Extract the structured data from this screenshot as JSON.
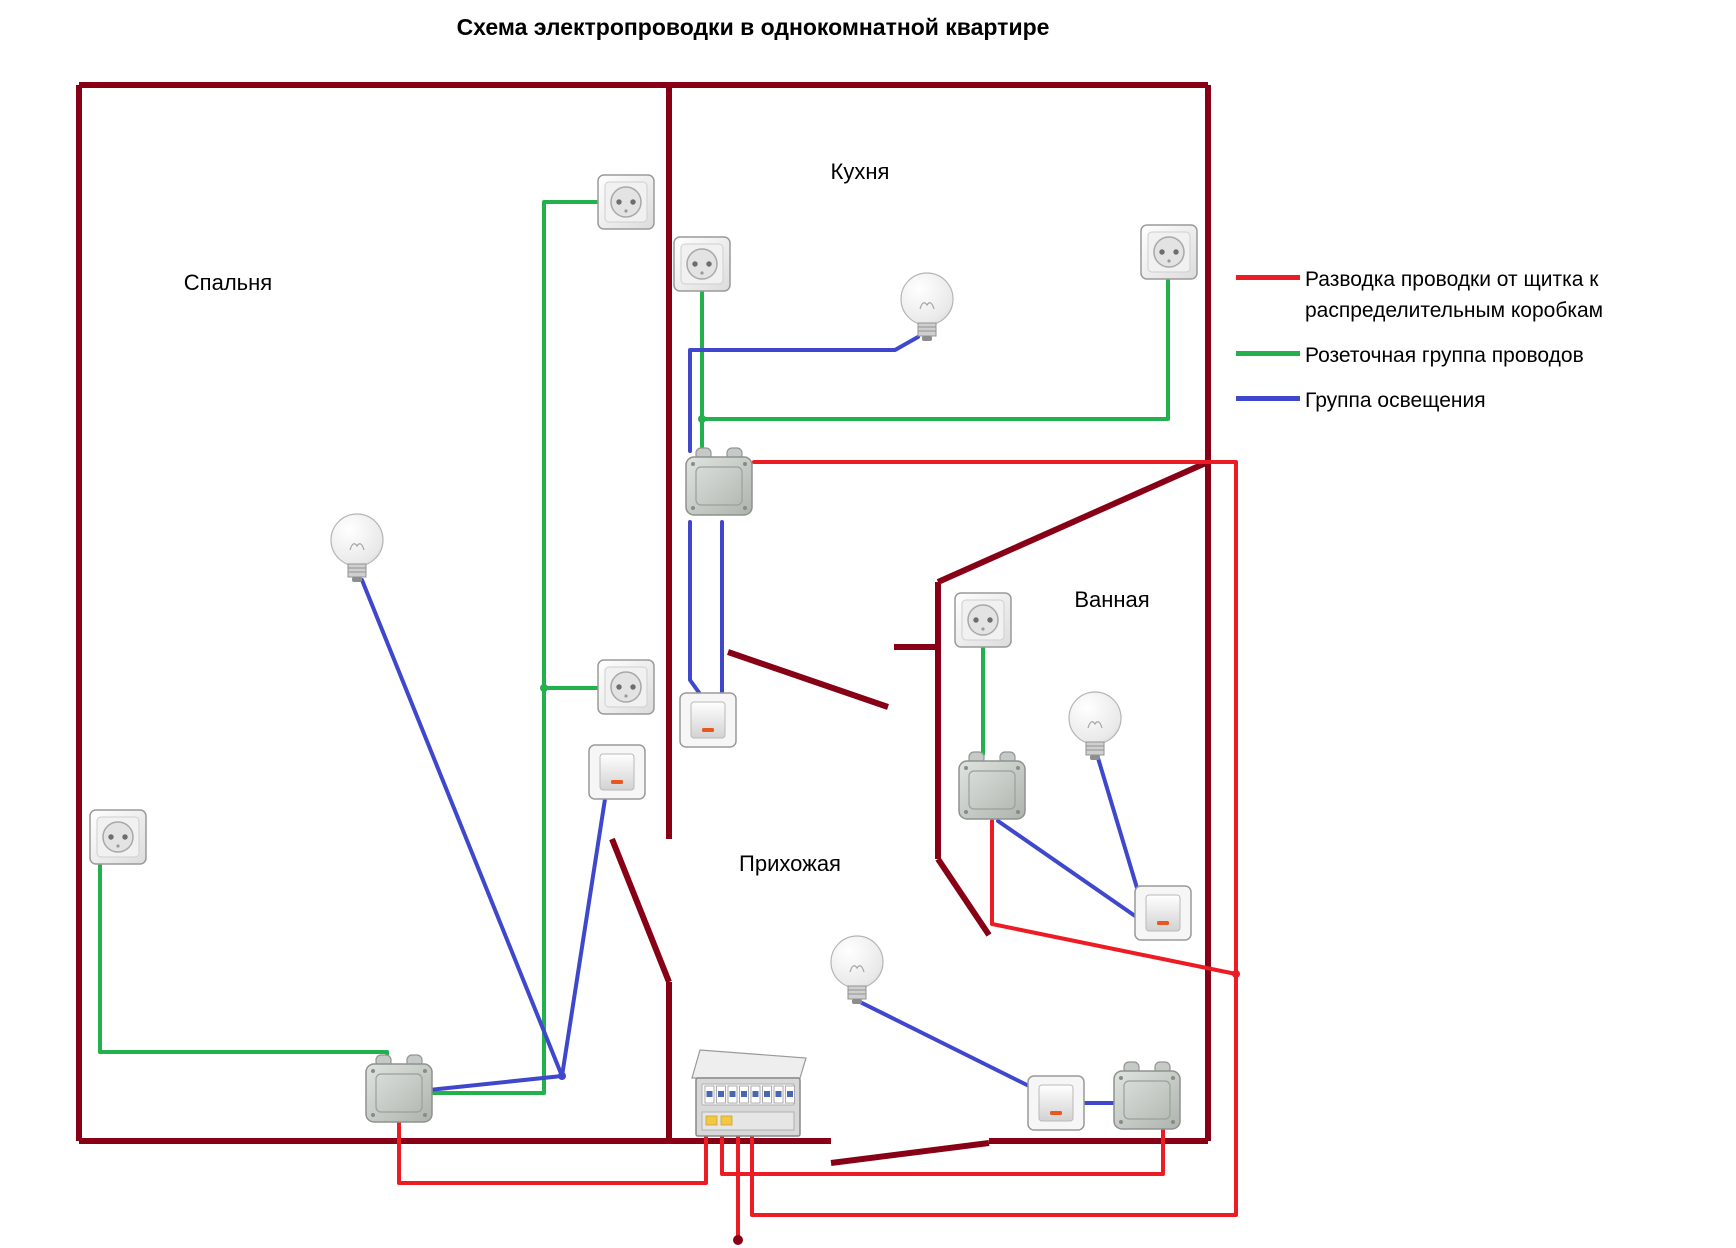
{
  "title": "Схема электропроводки в однокомнатной квартире",
  "rooms": {
    "bedroom": "Спальня",
    "kitchen": "Кухня",
    "bathroom": "Ванная",
    "hallway": "Прихожая"
  },
  "legend": {
    "items": [
      {
        "color": "#ed1c24",
        "label": "Разводка проводки от щитка к распределительным коробкам"
      },
      {
        "color": "#22b14c",
        "label": "Розеточная группа проводов"
      },
      {
        "color": "#3f48cc",
        "label": "Группа освещения"
      }
    ]
  },
  "colors": {
    "wall": "#880015",
    "power": "#ed1c24",
    "sockets": "#22b14c",
    "lighting": "#3f48cc"
  },
  "icons": {
    "socket": "socket-icon",
    "switch": "switch-icon",
    "bulb": "bulb-icon",
    "junction_box": "junction-box-icon",
    "panel": "distribution-panel-icon"
  }
}
